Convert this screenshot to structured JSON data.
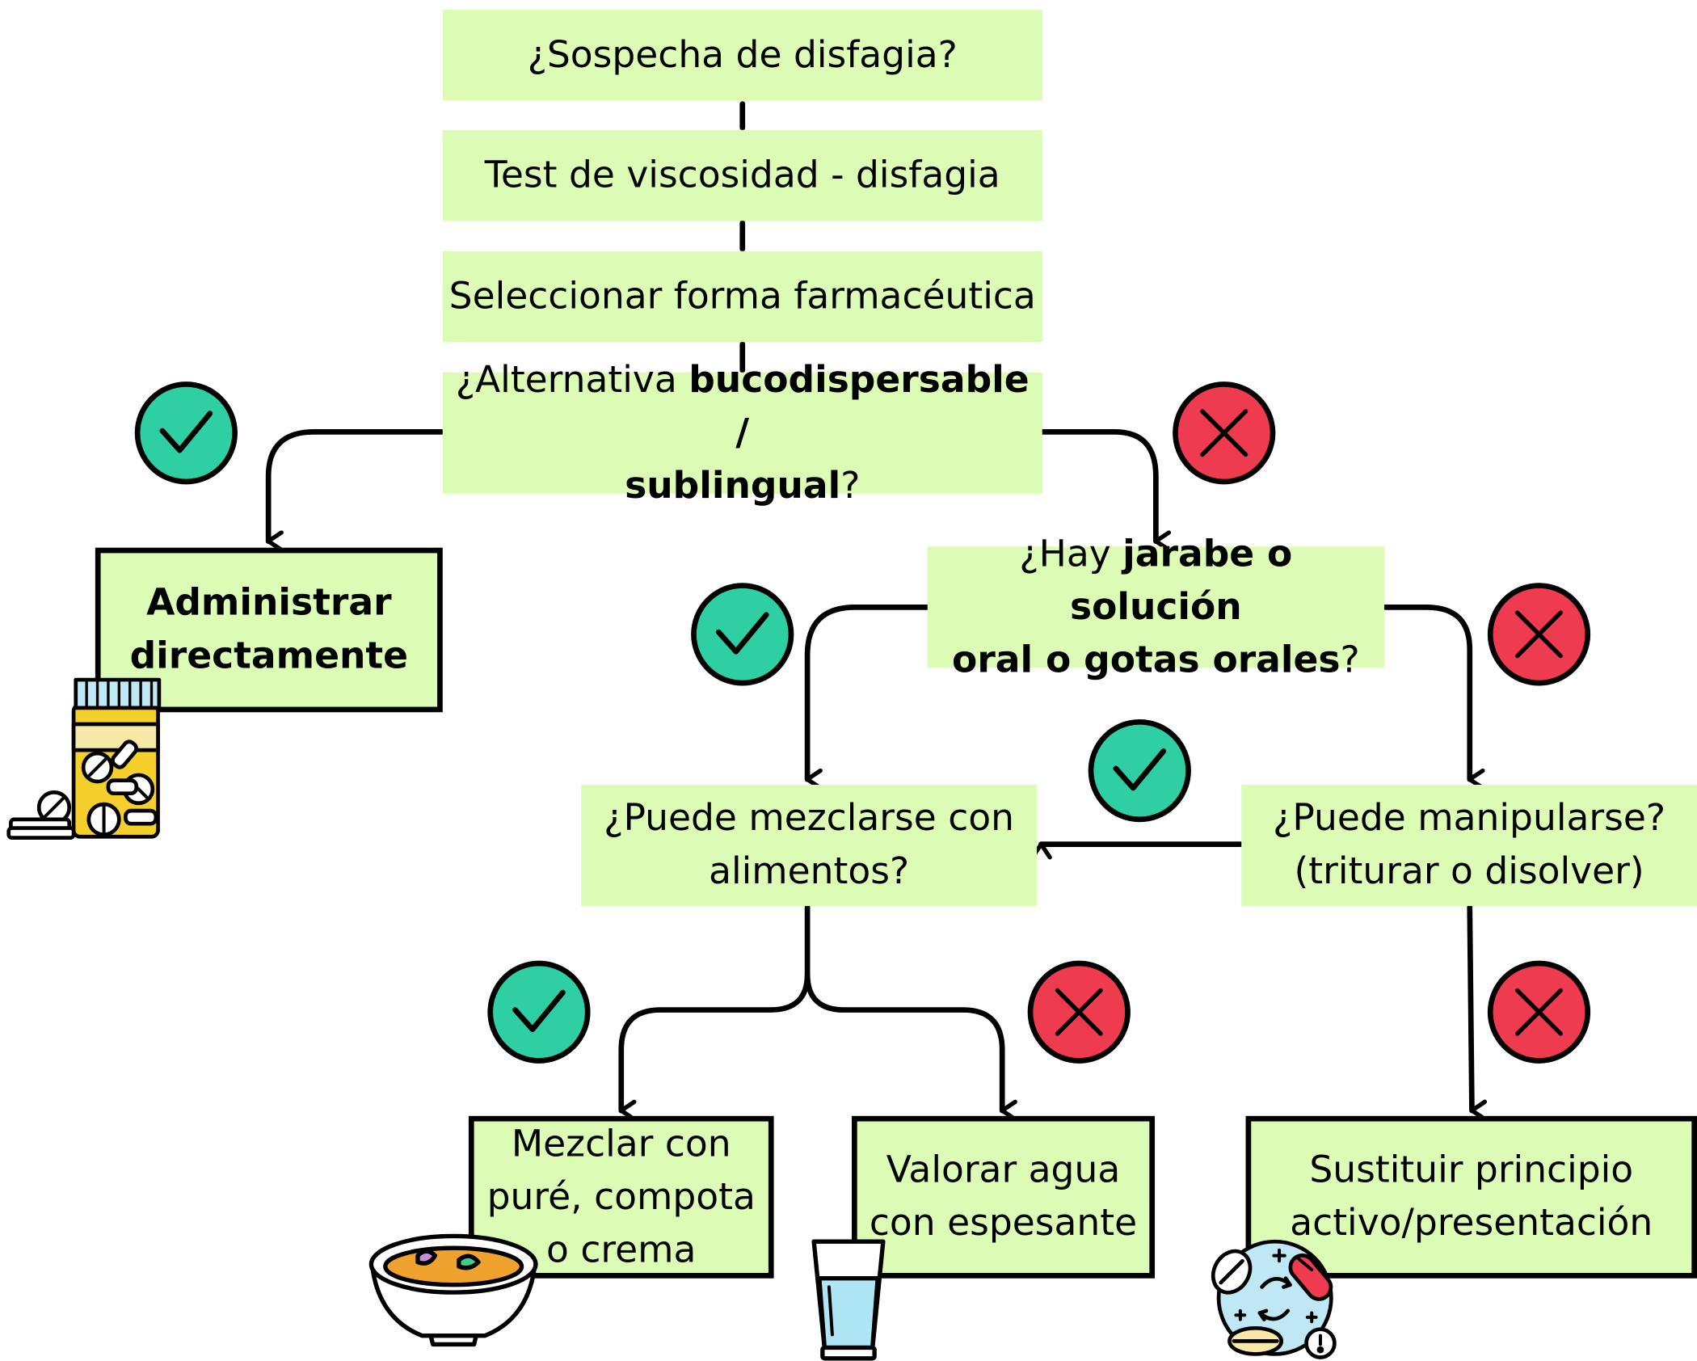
{
  "nodes": {
    "q_disfagia": "¿Sospecha de disfagia?",
    "test": "Test de viscosidad - disfagia",
    "seleccionar": "Seleccionar forma farmacéutica",
    "alt_pre": "¿Alternativa ",
    "alt_bold1": "bucodispersable /",
    "alt_bold2": "sublingual",
    "alt_post": "?",
    "administrar_1": "Administrar",
    "administrar_2": "directamente",
    "hay_pre": "¿Hay ",
    "hay_bold1": "jarabe o solución",
    "hay_bold2": "oral o gotas orales",
    "hay_post": "?",
    "mezclarse_1": "¿Puede mezclarse con",
    "mezclarse_2": "alimentos?",
    "manipular_1": "¿Puede manipularse?",
    "manipular_2": "(triturar o disolver)",
    "mezclar_1": "Mezclar con",
    "mezclar_2": "puré, compota",
    "mezclar_3": "o crema",
    "valorar_1": "Valorar agua",
    "valorar_2": "con espesante",
    "sustituir_1": "Sustituir principio",
    "sustituir_2": "activo/presentación"
  },
  "colors": {
    "box_fill": "#dcfbb5",
    "yes_badge": "#2ecfa3",
    "no_badge": "#ef3b50",
    "line": "#000000"
  },
  "icons": [
    "check-icon",
    "cross-icon",
    "pill-bottle-icon",
    "soup-bowl-icon",
    "water-glass-icon",
    "medication-swap-icon"
  ]
}
